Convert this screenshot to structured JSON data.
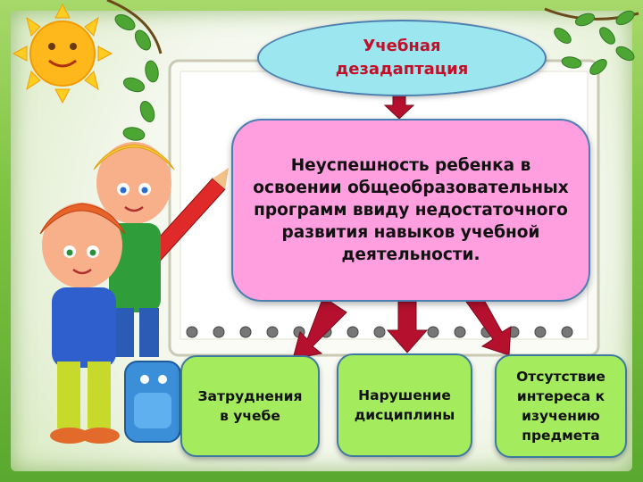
{
  "diagram": {
    "top_label": "Учебная\nдезадаптация",
    "main_label": "Неуспешность ребенка в освоении общеобразовательных программ ввиду недостаточного развития навыков учебной деятельности.",
    "leaves": [
      {
        "label": "Затруднения\nв учебе"
      },
      {
        "label": "Нарушение\nдисциплины"
      },
      {
        "label": "Отсутствие\nинтереса к\nизучению\nпредмета"
      }
    ]
  },
  "colors": {
    "frame": "#7fc442",
    "top_node": "#9ce7ef",
    "main_node": "#ff9fe0",
    "leaf_node": "#a5eb5e",
    "arrow": "#b5112e",
    "top_text": "#c0102a"
  },
  "decorations": [
    "sun-icon",
    "leaves-icon",
    "notebook-icon",
    "children-with-pencil-illustration",
    "backpack-icon"
  ]
}
